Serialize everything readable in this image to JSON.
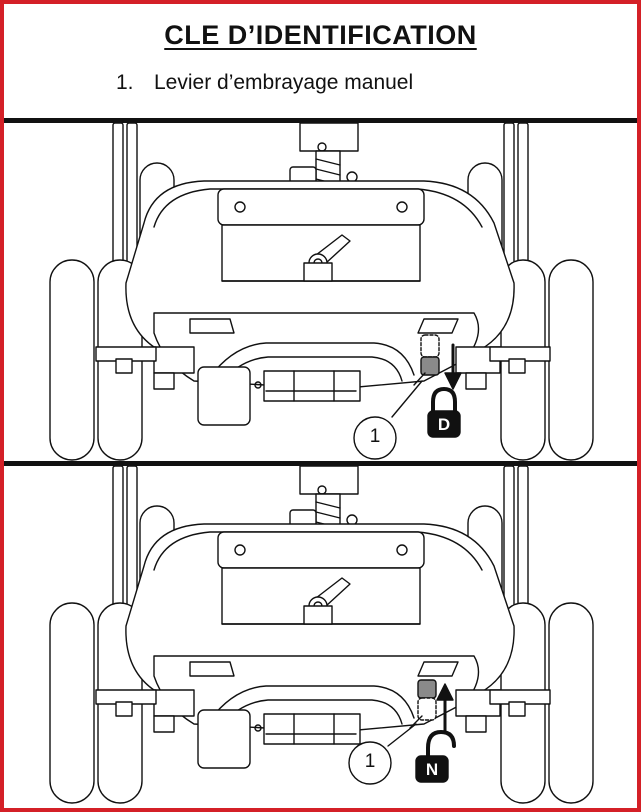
{
  "legend": {
    "title": "CLE D’IDENTIFICATION",
    "items": [
      {
        "number": "1.",
        "label": "Levier d’embrayage manuel"
      }
    ]
  },
  "panels": [
    {
      "callout": "1",
      "lever_state": "engaged",
      "arrow": "down",
      "lock_icon": "padlock-closed",
      "lock_letter": "D"
    },
    {
      "callout": "1",
      "lever_state": "released",
      "arrow": "up",
      "lock_icon": "padlock-open",
      "lock_letter": "N"
    }
  ],
  "colors": {
    "border": "#d42027",
    "line": "#111111",
    "lever_fill": "#8a8a8a"
  }
}
